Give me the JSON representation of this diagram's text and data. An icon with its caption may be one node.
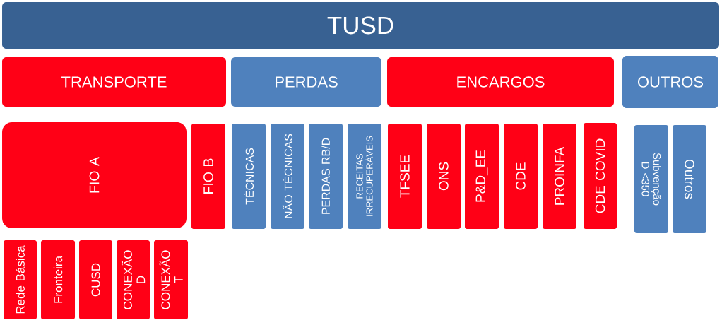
{
  "diagram": {
    "nodes": [
      {
        "text": [
          "TUSD"
        ]
      },
      {
        "text": [
          "TRANSPORTE"
        ]
      },
      {
        "text": [
          "PERDAS"
        ]
      },
      {
        "text": [
          "ENCARGOS"
        ]
      },
      {
        "text": [
          "OUTROS"
        ]
      },
      {
        "text": [
          "FIO A"
        ]
      },
      {
        "text": [
          "FIO B"
        ]
      },
      {
        "text": [
          "TÉCNICAS"
        ]
      },
      {
        "text": [
          "NÃO TÉCNICAS"
        ]
      },
      {
        "text": [
          "PERDAS RB/D"
        ]
      },
      {
        "text": [
          "RECEITAS IRRECUPERÁVEIS"
        ]
      },
      {
        "text": [
          "TFSEE"
        ]
      },
      {
        "text": [
          "ONS"
        ]
      },
      {
        "text": [
          "P&D_EE"
        ]
      },
      {
        "text": [
          "CDE"
        ]
      },
      {
        "text": [
          "PROINFA"
        ]
      },
      {
        "text": [
          "CDE COVID"
        ]
      },
      {
        "text": [
          "Subvenção D <350"
        ]
      },
      {
        "text": [
          "Outros"
        ]
      },
      {
        "text": [
          "Rede Básica"
        ]
      },
      {
        "text": [
          "Fronteira"
        ]
      },
      {
        "text": [
          "CUSD"
        ]
      },
      {
        "text": [
          "CONEXÃO D"
        ]
      },
      {
        "text": [
          "CONEXÃO T"
        ]
      }
    ]
  }
}
